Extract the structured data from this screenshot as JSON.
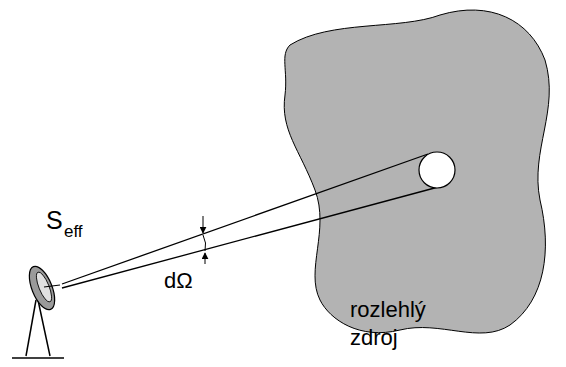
{
  "diagram": {
    "labels": [
      "S",
      "eff",
      "dΩ",
      "rozlehlý zdroj"
    ]
  }
}
